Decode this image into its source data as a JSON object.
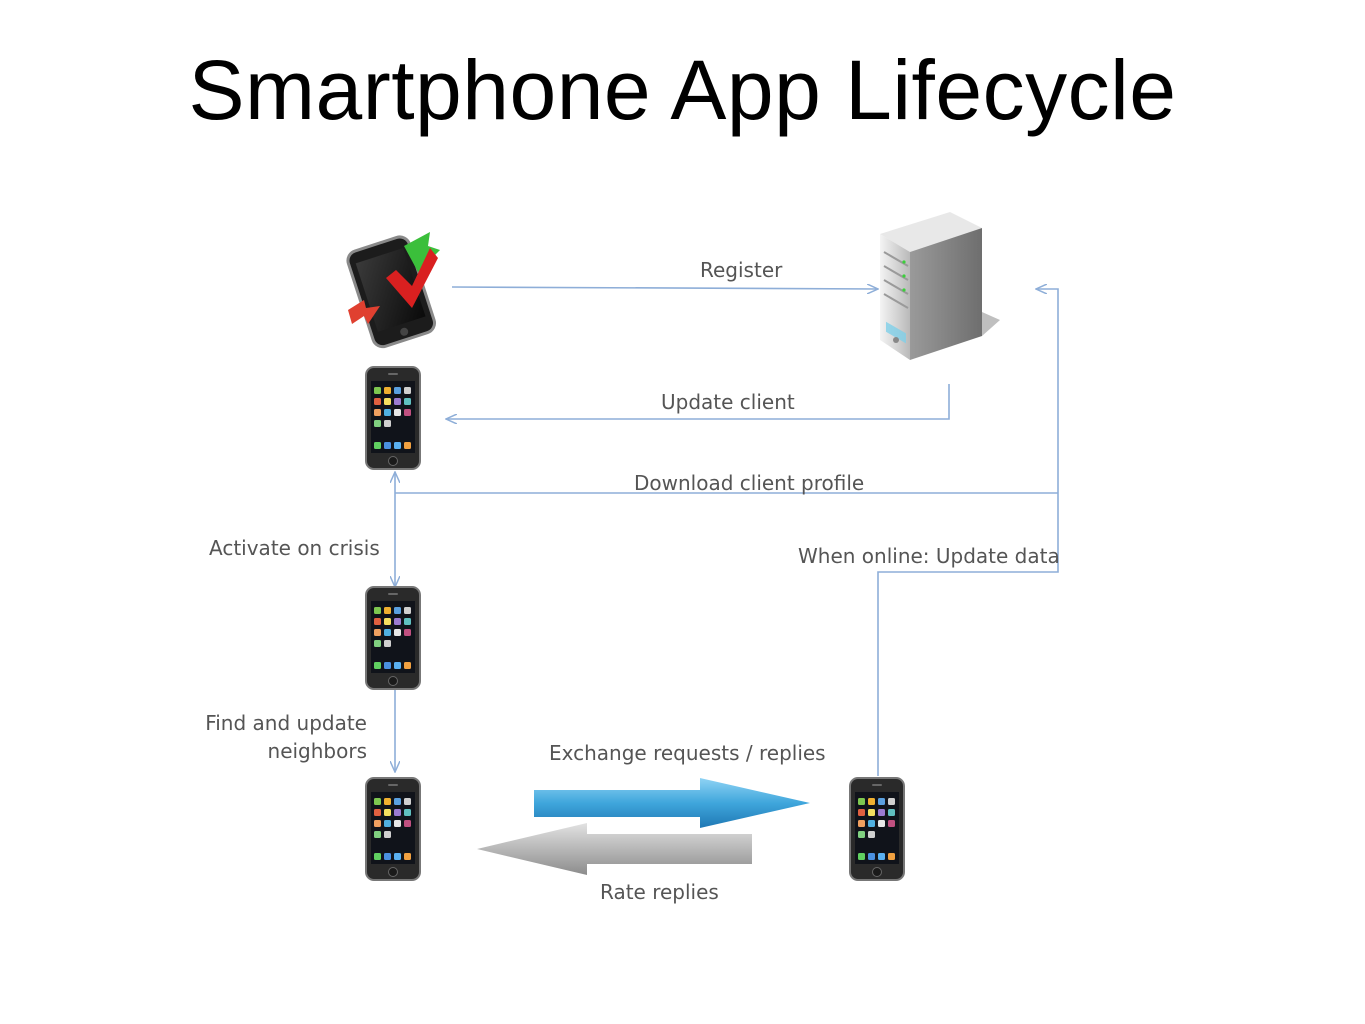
{
  "slide": {
    "title": "Smartphone App Lifecycle"
  },
  "diagram": {
    "nodes": [
      {
        "id": "phone-setup",
        "icon": "phone-sync-icon"
      },
      {
        "id": "server",
        "icon": "server-icon"
      },
      {
        "id": "phone-1",
        "icon": "smartphone-icon"
      },
      {
        "id": "phone-2",
        "icon": "smartphone-icon"
      },
      {
        "id": "phone-3",
        "icon": "smartphone-icon"
      },
      {
        "id": "phone-4",
        "icon": "smartphone-icon"
      }
    ],
    "labels": {
      "register": "Register",
      "update_client": "Update client",
      "download_profile": "Download client profile",
      "activate": "Activate on crisis",
      "update_data": "When online: Update data",
      "find_line1": "Find and update",
      "find_line2": "neighbors",
      "exchange": "Exchange requests / replies",
      "rate": "Rate replies"
    },
    "colors": {
      "connector": "#8eaed8",
      "exchange_arrow": "#3fa6dc",
      "rate_arrow": "#b7b7b7"
    }
  }
}
